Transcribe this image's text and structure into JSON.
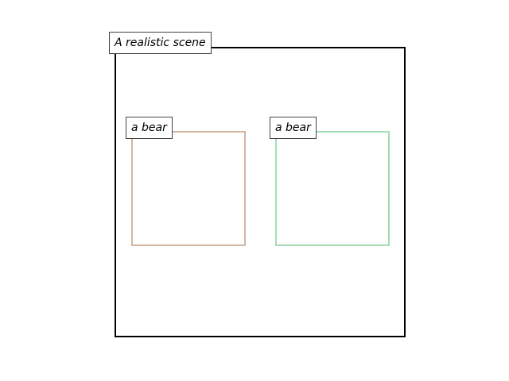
{
  "scene": {
    "label": "A realistic scene",
    "border_color": "#000000"
  },
  "objects": [
    {
      "label": "a bear",
      "color": "#d4b5a4"
    },
    {
      "label": "a bear",
      "color": "#a4dcb4"
    }
  ]
}
